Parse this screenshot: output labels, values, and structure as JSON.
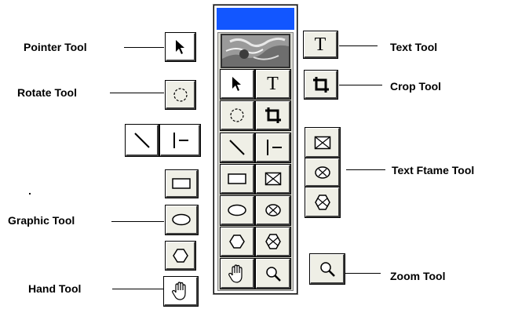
{
  "labels": {
    "pointer_tool": "Pointer Tool",
    "rotate_tool": "Rotate Tool",
    "graphic_tool": "Graphic Tool",
    "hand_tool": "Hand Tool",
    "text_tool": "Text Tool",
    "crop_tool": "Crop Tool",
    "text_frame_tool": "Text Ftame Tool",
    "zoom_tool": "Zoom Tool"
  },
  "glyphs": {
    "text": "T"
  },
  "colors": {
    "palette_title": "#1256ff",
    "button_face": "#efefe6",
    "panel": "#d8d8d0"
  },
  "icons": [
    "arrow-icon",
    "text-t-icon",
    "rotate-icon",
    "crop-icon",
    "line-icon",
    "orthogonal-line-icon",
    "rectangle-icon",
    "rectangle-frame-icon",
    "ellipse-icon",
    "ellipse-frame-icon",
    "polygon-icon",
    "polygon-frame-icon",
    "hand-icon",
    "magnifier-icon"
  ]
}
